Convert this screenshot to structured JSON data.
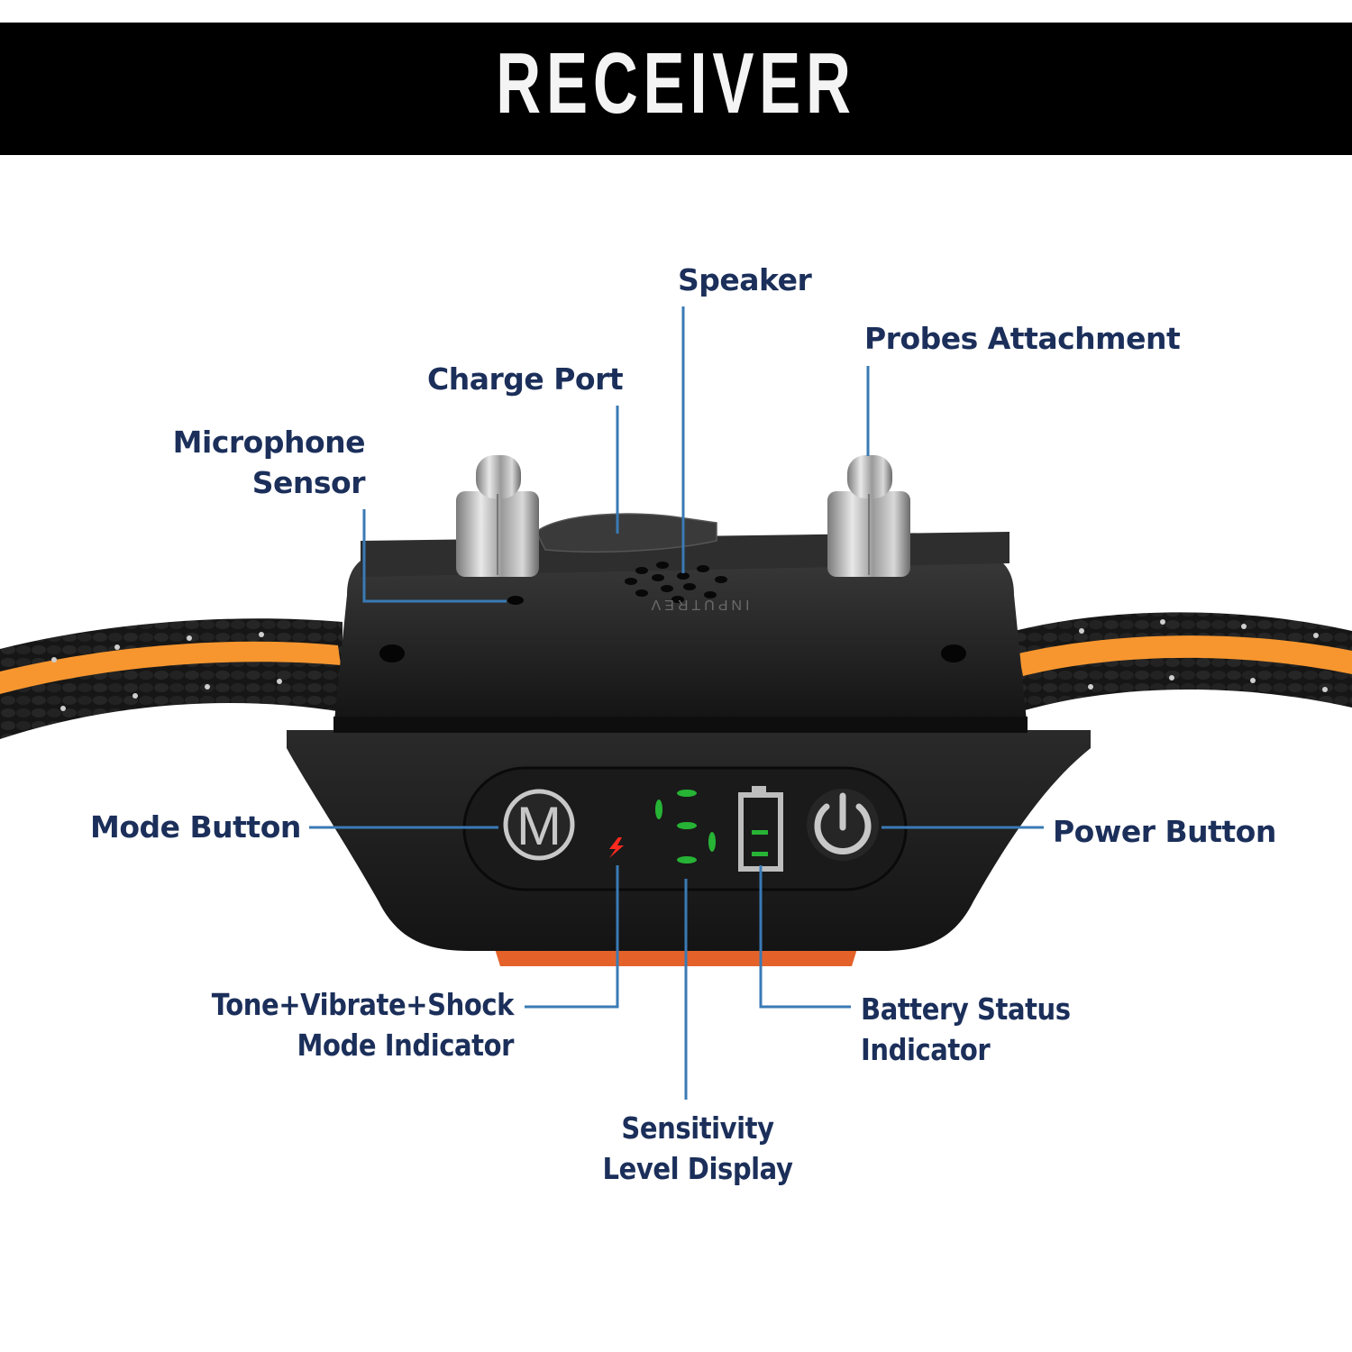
{
  "banner": {
    "title": "RECEIVER"
  },
  "device": {
    "brand_engraving": "INPUTREV",
    "mode_button_glyph": "M",
    "sensitivity_level": 5,
    "battery_bars_lit": 2,
    "colors": {
      "label_text": "#1b2f5a",
      "leader_line": "#3a7ab5",
      "strap_stripe": "#f7962f",
      "body": "#1c1c1c",
      "led_green": "#27b335",
      "led_red": "#ff2a1f",
      "accent_base": "#e4622a"
    }
  },
  "callouts": {
    "speaker": "Speaker",
    "probes_attachment": "Probes Attachment",
    "charge_port": "Charge Port",
    "microphone_sensor": [
      "Microphone",
      "Sensor"
    ],
    "mode_button": "Mode Button",
    "power_button": "Power Button",
    "mode_indicator": [
      "Tone+Vibrate+Shock",
      "Mode Indicator"
    ],
    "battery_status": [
      "Battery Status",
      "Indicator"
    ],
    "sensitivity_display": [
      "Sensitivity",
      "Level Display"
    ]
  }
}
